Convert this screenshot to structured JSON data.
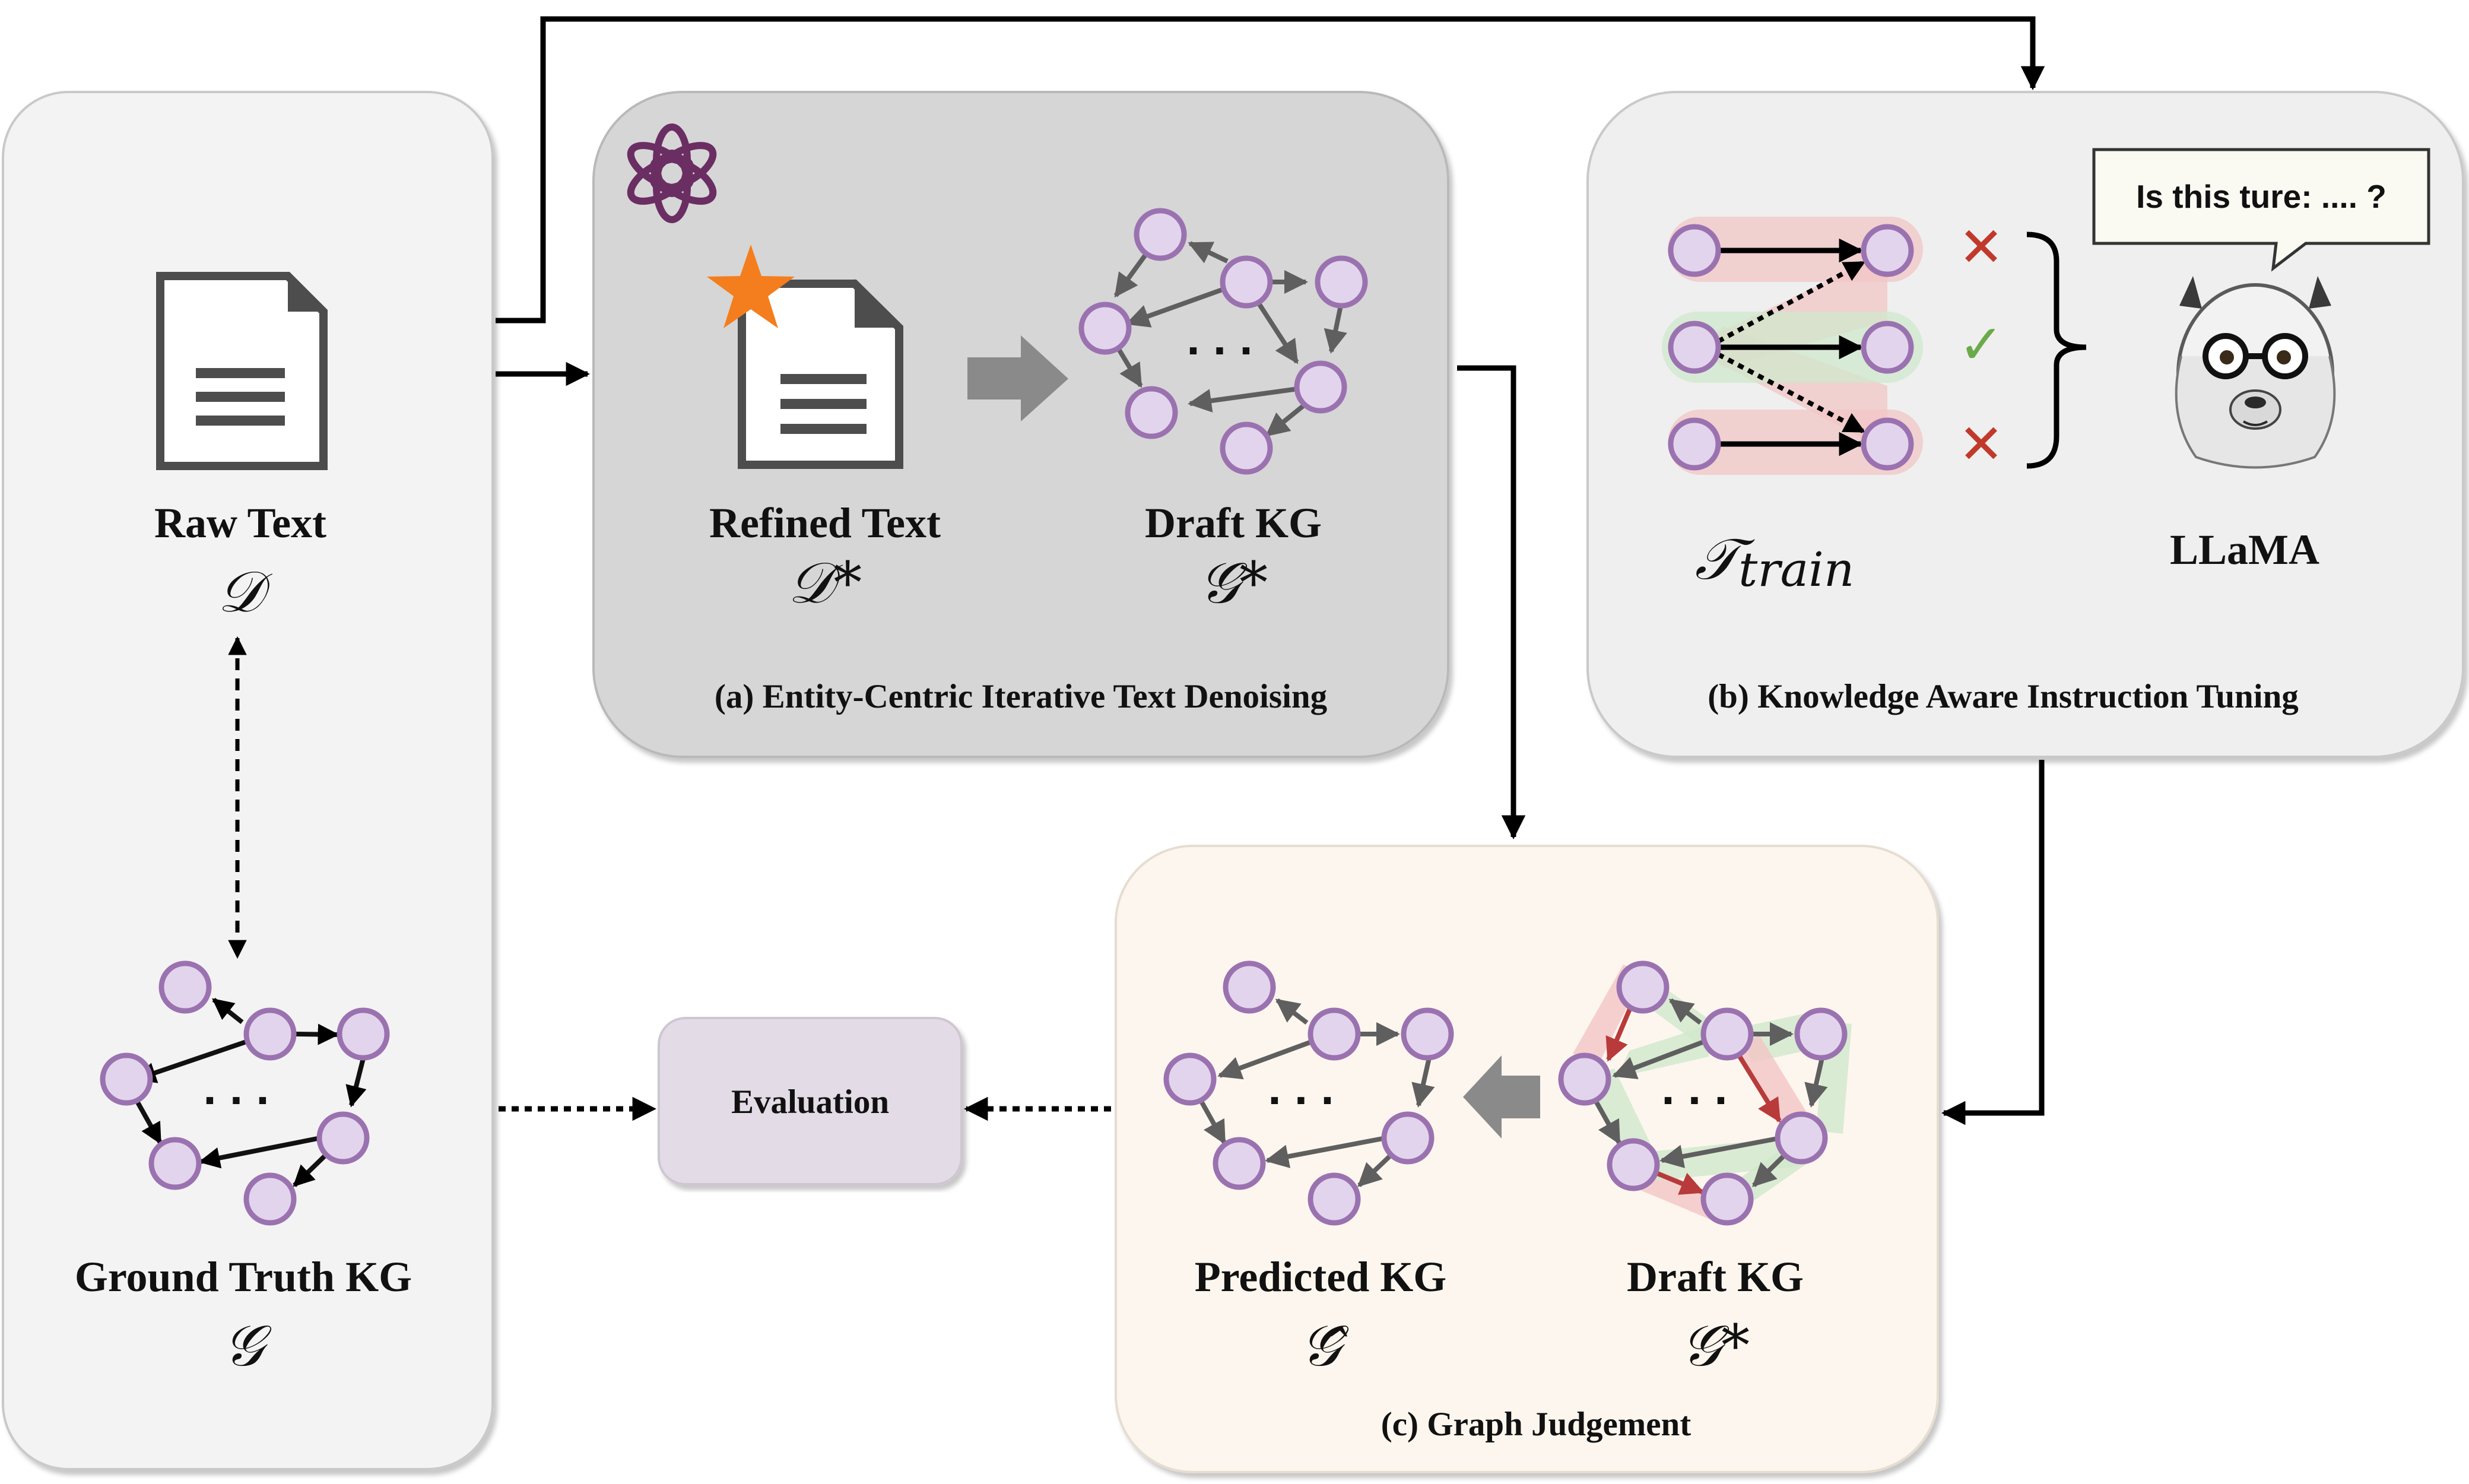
{
  "left_panel": {
    "raw_text": {
      "title": "Raw Text",
      "symbol": "𝒟"
    },
    "ground_truth": {
      "title": "Ground Truth KG",
      "symbol": "𝒢"
    }
  },
  "panel_a": {
    "refined": {
      "title": "Refined Text",
      "symbol": "𝒟*"
    },
    "draft": {
      "title": "Draft KG",
      "symbol": "𝒢*"
    },
    "caption": "(a) Entity-Centric Iterative Text Denoising",
    "logo_icon": "openai-logo-icon"
  },
  "panel_b": {
    "train_symbol": "𝒯",
    "train_subscript": "train",
    "model": "LLaMA",
    "question": "Is this ture: .... ?",
    "caption": "(b) Knowledge Aware Instruction Tuning",
    "marks": [
      "✕",
      "✓",
      "✕"
    ]
  },
  "panel_c": {
    "predicted": {
      "title": "Predicted KG",
      "symbol": "𝒢̂"
    },
    "draft": {
      "title": "Draft KG",
      "symbol": "𝒢*"
    },
    "caption": "(c) Graph Judgement"
  },
  "evaluation": {
    "label": "Evaluation"
  },
  "ellipsis": ". . .",
  "colors": {
    "node_fill": "#e2d4ec",
    "node_stroke": "#9b72b0",
    "panel_left": "#f3f3f3",
    "panel_a": "#d6d6d6",
    "panel_b": "#efefef",
    "panel_c": "#fdf6ee",
    "eval_box": "#e3dbe6",
    "red_mark": "#c0392b",
    "green_mark": "#6aaa4a",
    "star": "#f47e1d"
  }
}
